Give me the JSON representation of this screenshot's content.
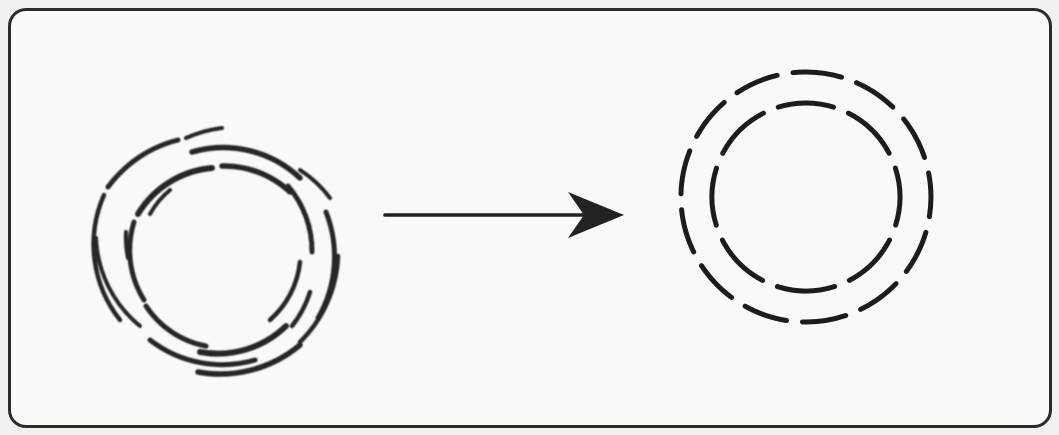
{
  "diagram": {
    "colors": {
      "background": "#f2f1ee",
      "panel": "#f9f9f7",
      "ink": "#1f1f1f",
      "ink_soft": "#555555"
    },
    "components": {
      "left": "scattered-ring-arcs",
      "connector": "arrow",
      "right": "concentric-dashed-rings"
    }
  }
}
